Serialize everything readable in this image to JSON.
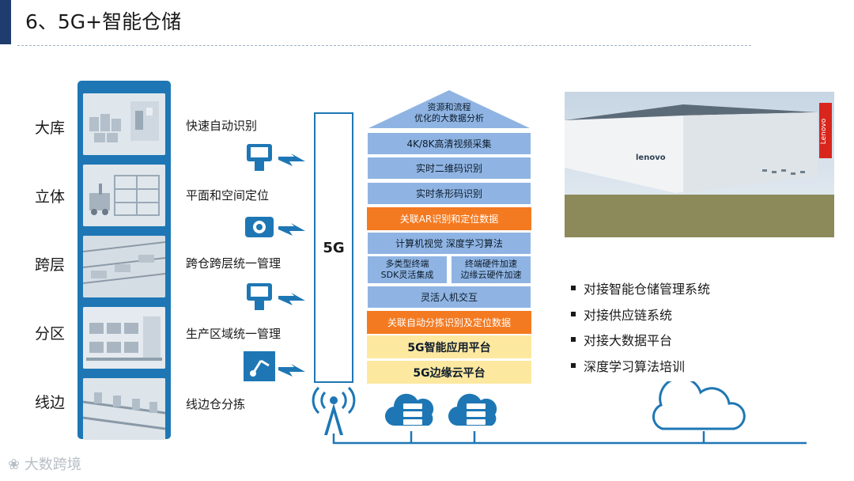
{
  "title": "6、5G+智能仓储",
  "categories": [
    "大库",
    "立体",
    "跨层",
    "分区",
    "线边"
  ],
  "features": [
    "快速自动识别",
    "平面和空间定位",
    "跨仓跨层统一管理",
    "生产区域统一管理",
    "线边仓分拣"
  ],
  "fiveg_label": "5G",
  "stack": {
    "roof": [
      "资源和流程",
      "优化的大数据分析"
    ],
    "layer_video": "4K/8K高清视频采集",
    "layer_qr": "实时二维码识别",
    "layer_barcode": "实时条形码识别",
    "layer_ar": "关联AR识别和定位数据",
    "layer_vision": "计算机视觉 深度学习算法",
    "layer_multi": [
      "多类型终端",
      "SDK灵活集成"
    ],
    "layer_accel": [
      "终端硬件加速",
      "边缘云硬件加速"
    ],
    "layer_hci": "灵活人机交互",
    "layer_sort": "关联自动分拣识别及定位数据",
    "layer_app": "5G智能应用平台",
    "layer_edge": "5G边缘云平台"
  },
  "photo_signs": [
    "Lenovo",
    "lenovo"
  ],
  "bullets": [
    "对接智能仓储管理系统",
    "对接供应链系统",
    "对接大数据平台",
    "深度学习算法培训"
  ],
  "watermark": "大数跨境",
  "colors": {
    "accent_blue": "#1e77b4",
    "layer_blue": "#8fb4e3",
    "orange": "#f47a21",
    "yellow": "#fde8a0"
  }
}
